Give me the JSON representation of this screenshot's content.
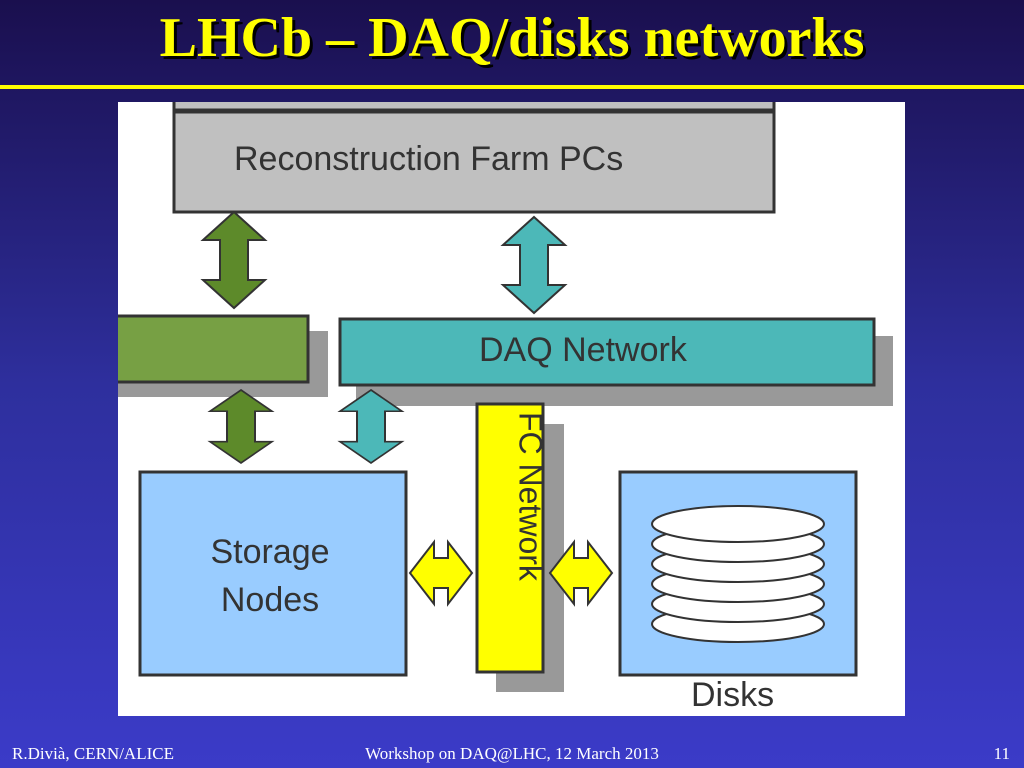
{
  "slide": {
    "title": "LHCb – DAQ/disks networks",
    "accent_color": "#ffff00",
    "background_color": "#2e2f9d"
  },
  "diagram": {
    "boxes": {
      "reconstruction_farm": "Reconstruction Farm PCs",
      "daq_network": "DAQ Network",
      "fc_network": "FC Network",
      "storage_nodes": "Storage Nodes",
      "disks": "Disks"
    },
    "colors": {
      "grey_box": "#c0c0c0",
      "green_box": "#77a044",
      "teal_box": "#4cb8b8",
      "blue_box": "#99ccff",
      "yellow_box": "#ffff00",
      "green_arrow": "#5d8a2a",
      "teal_arrow": "#4cb8b8",
      "yellow_arrow": "#ffff00",
      "shadow": "#999999"
    }
  },
  "footer": {
    "left": "R.Divià, CERN/ALICE",
    "center": "Workshop on DAQ@LHC, 12 March 2013",
    "page_number": "11"
  }
}
